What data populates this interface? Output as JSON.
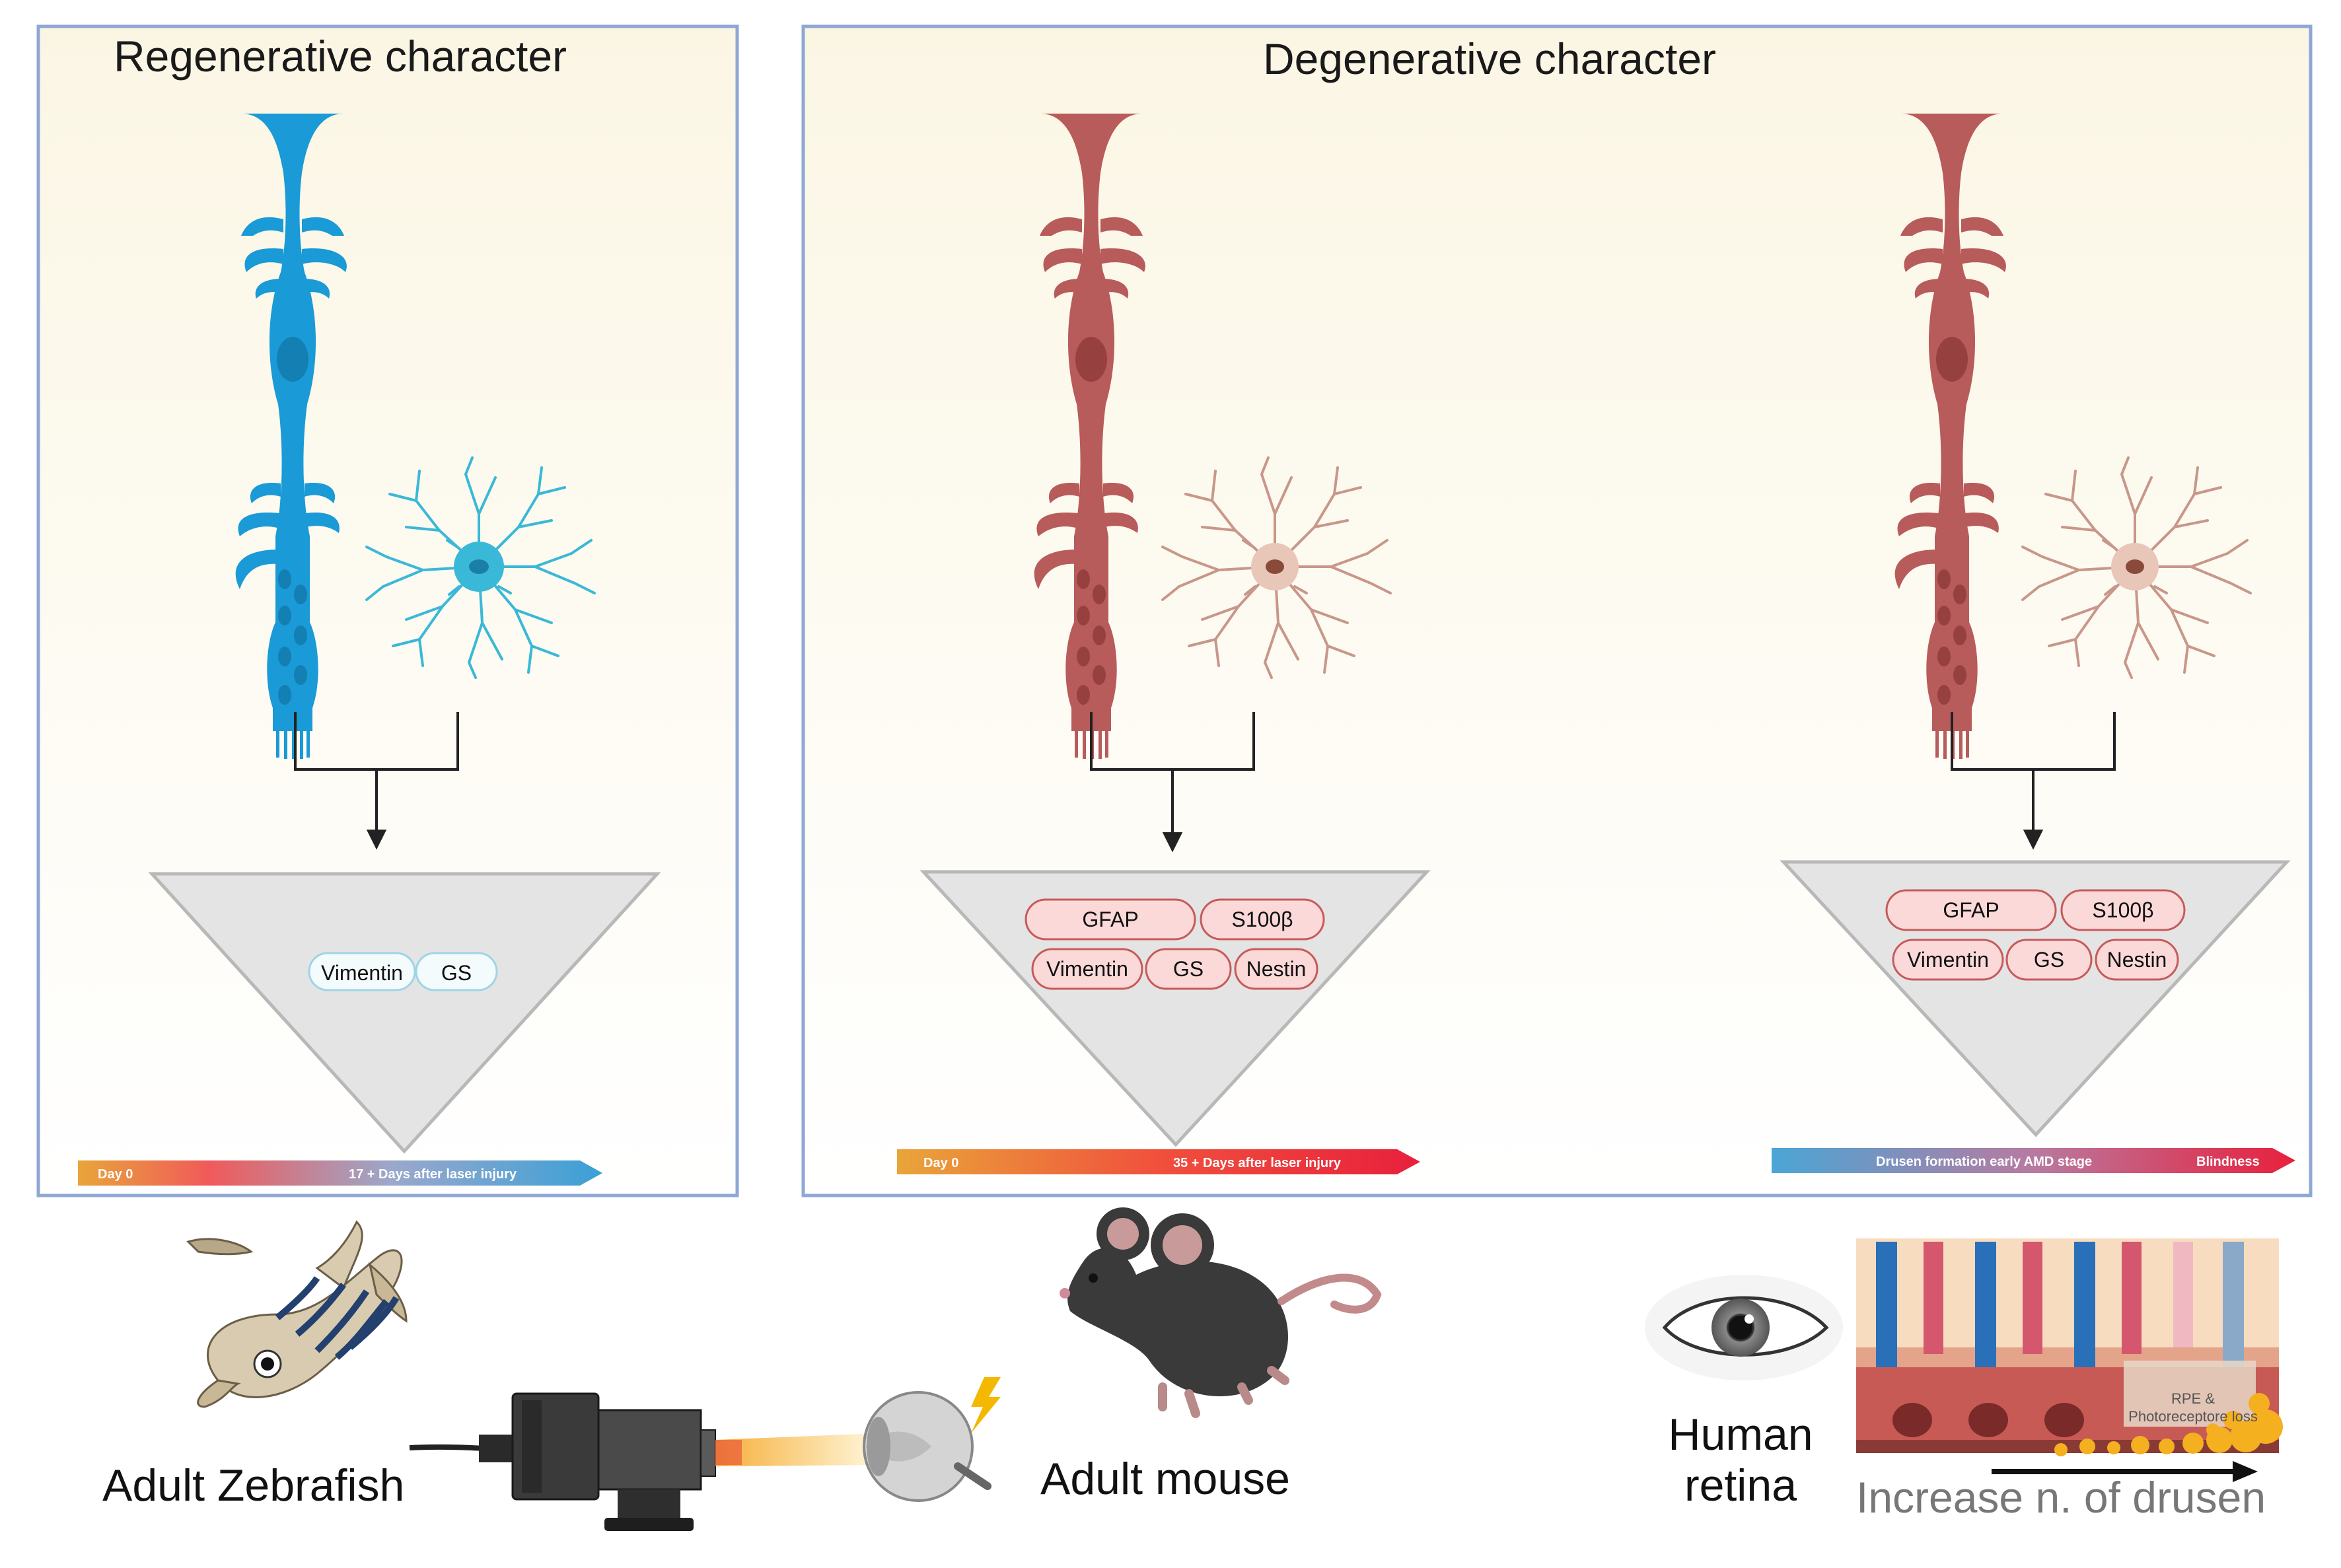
{
  "panels": {
    "regenerative": {
      "title": "Regenerative character",
      "markers": [
        "Vimentin",
        "GS"
      ],
      "timeline": {
        "start": "Day 0",
        "end": "17 +  Days after laser injury"
      }
    },
    "degenerative": {
      "title": "Degenerative character",
      "mouse_markers": [
        "GFAP",
        "S100β",
        "Vimentin",
        "GS",
        "Nestin"
      ],
      "mouse_timeline": {
        "start": "Day 0",
        "end": "35  +  Days after laser injury"
      },
      "human_markers": [
        "GFAP",
        "S100β",
        "Vimentin",
        "GS",
        "Nestin"
      ],
      "human_timeline": {
        "start": "Drusen formation early AMD stage",
        "end": "Blindness"
      }
    }
  },
  "organisms": {
    "zebrafish": "Adult Zebrafish",
    "mouse": "Adult mouse",
    "human_line1": "Human",
    "human_line2": "retina"
  },
  "retina_inset": {
    "loss_line1": "RPE &",
    "loss_line2": "Photoreceptore loss",
    "drusen_label": "Increase n. of drusen"
  },
  "colors": {
    "regenerative_cell": "#1a9ad6",
    "degenerative_cell": "#b85b5b",
    "panel_border": "#8fa7d4",
    "marker_fill_degenerative": "#fbd9d9",
    "marker_fill_regenerative": "#f4fbfd"
  }
}
